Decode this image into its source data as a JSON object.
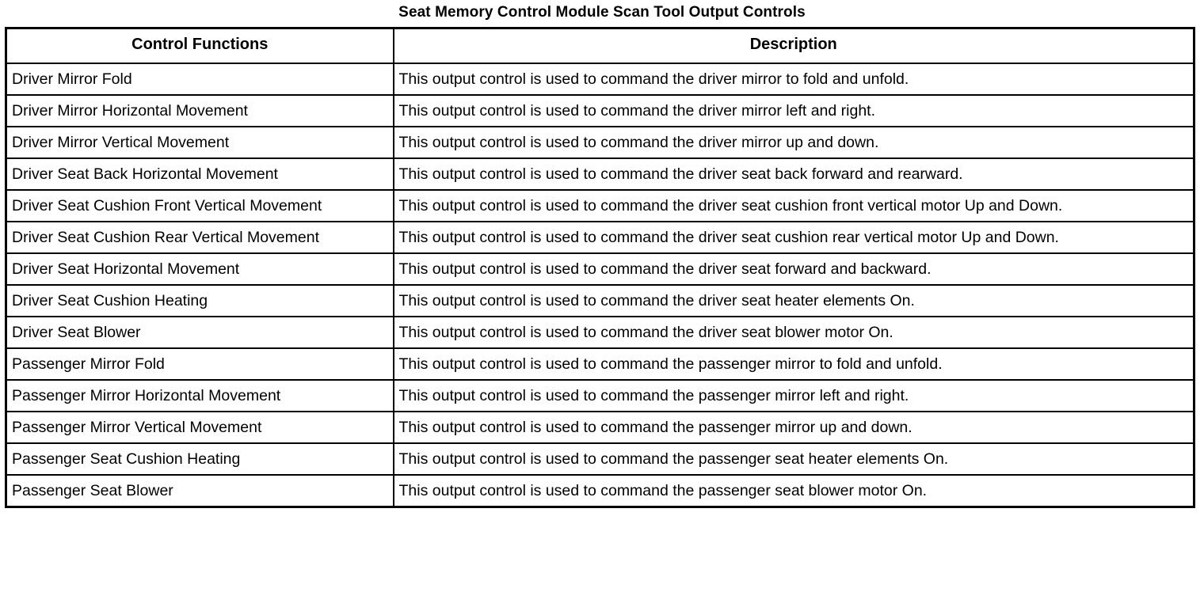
{
  "document": {
    "title": "Seat Memory Control Module Scan Tool Output Controls"
  },
  "table": {
    "columns": [
      {
        "key": "control_function",
        "label": "Control Functions"
      },
      {
        "key": "description",
        "label": "Description"
      }
    ],
    "rows": [
      {
        "control_function": "Driver Mirror Fold",
        "description": "This output control is used to command the driver mirror to fold and unfold."
      },
      {
        "control_function": "Driver Mirror Horizontal Movement",
        "description": "This output control is used to command the driver mirror left and right."
      },
      {
        "control_function": "Driver Mirror Vertical Movement",
        "description": "This output control is used to command the driver mirror up and down."
      },
      {
        "control_function": "Driver Seat Back Horizontal Movement",
        "description": "This output control is used to command the driver seat back forward and rearward."
      },
      {
        "control_function": "Driver Seat Cushion Front Vertical Movement",
        "description": "This output control is used to command the driver seat cushion front vertical motor Up and Down."
      },
      {
        "control_function": "Driver Seat Cushion Rear Vertical Movement",
        "description": "This output control is used to command the driver seat cushion rear vertical motor Up and Down."
      },
      {
        "control_function": "Driver Seat Horizontal Movement",
        "description": "This output control is used to command the driver seat forward and backward."
      },
      {
        "control_function": "Driver Seat Cushion Heating",
        "description": "This output control is used to command the driver seat heater elements On."
      },
      {
        "control_function": "Driver Seat Blower",
        "description": "This output control is used to command the driver seat blower motor On."
      },
      {
        "control_function": "Passenger Mirror Fold",
        "description": "This output control is used to command the passenger mirror to fold and unfold."
      },
      {
        "control_function": "Passenger Mirror Horizontal Movement",
        "description": "This output control is used to command the passenger mirror left and right."
      },
      {
        "control_function": "Passenger Mirror Vertical Movement",
        "description": "This output control is used to command the passenger mirror up and down."
      },
      {
        "control_function": "Passenger Seat Cushion Heating",
        "description": "This output control is used to command the passenger seat heater elements On."
      },
      {
        "control_function": "Passenger Seat Blower",
        "description": "This output control is used to command the passenger seat blower motor On."
      }
    ]
  }
}
